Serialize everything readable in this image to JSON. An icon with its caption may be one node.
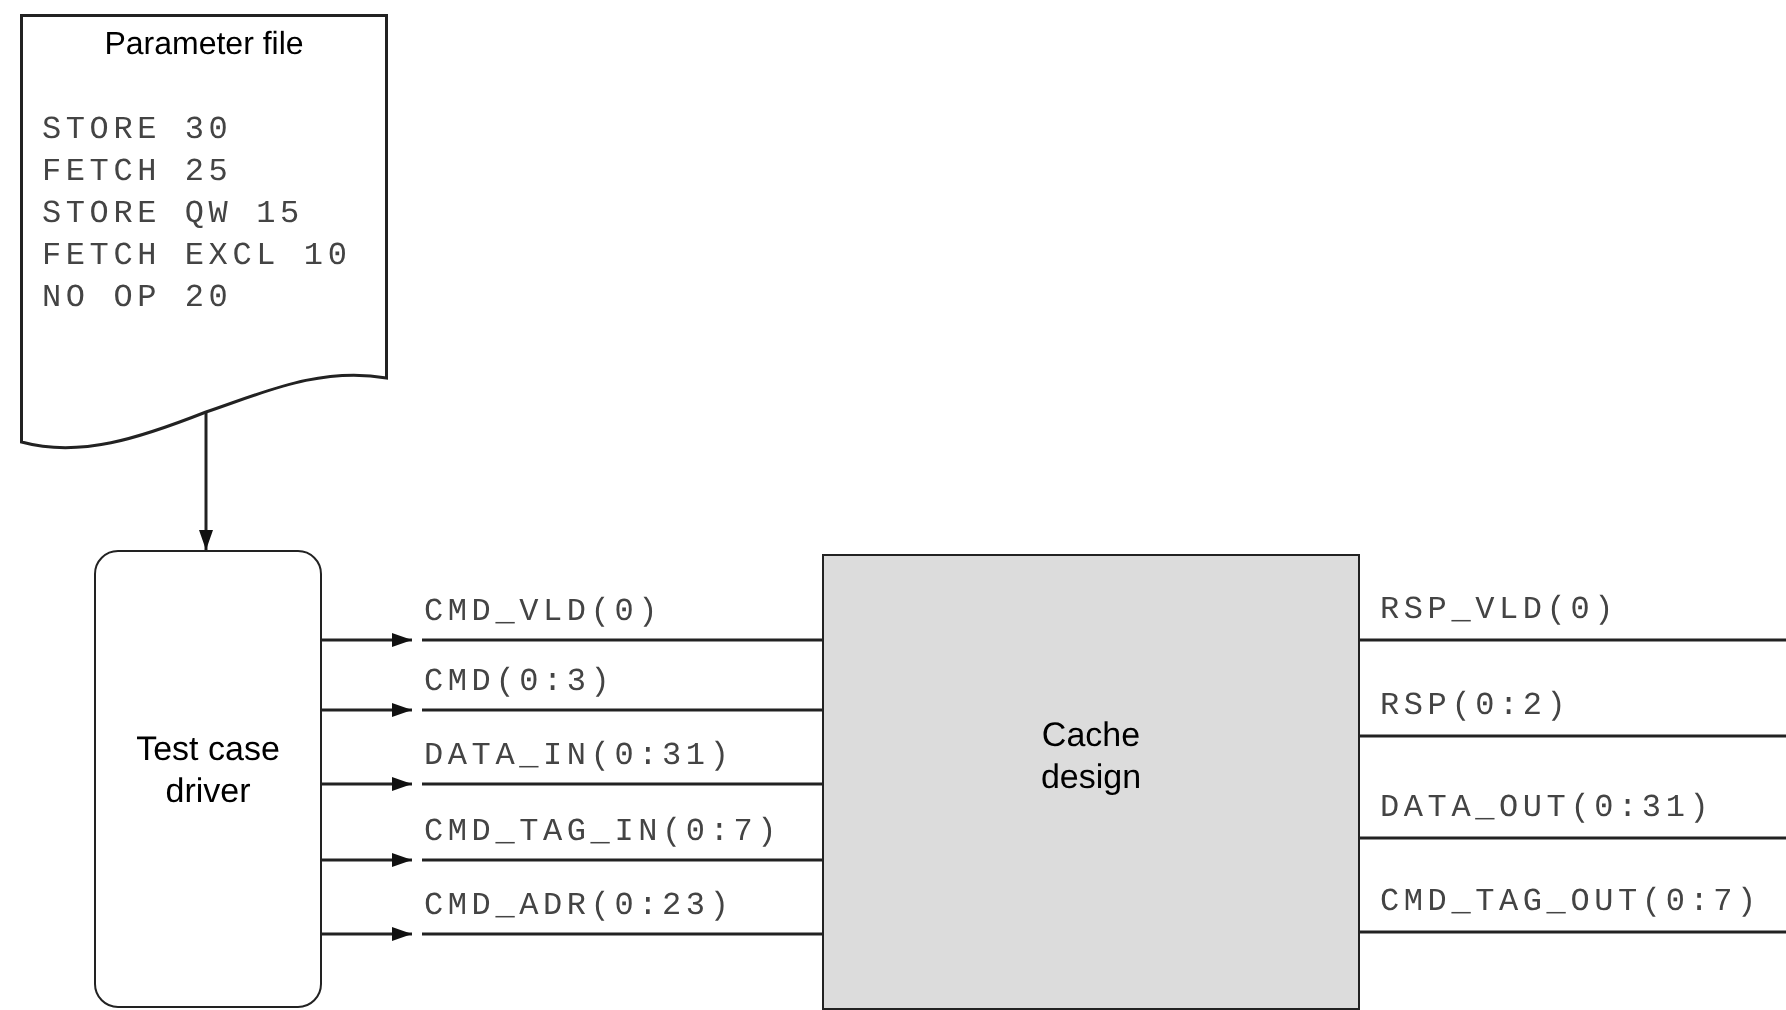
{
  "diagram": {
    "nodes": [
      {
        "text": [
          "Parameter file",
          "STORE 30",
          "FETCH 25",
          "STORE QW 15",
          "FETCH EXCL 10",
          "NO OP 20"
        ]
      },
      {
        "text": [
          "Test case driver"
        ]
      },
      {
        "text": [
          "Cache design"
        ]
      }
    ],
    "edges": [
      {
        "from": 0,
        "to": 1,
        "arrow": "to"
      },
      {
        "from": 1,
        "to": null,
        "arrow": "to"
      },
      {
        "from": 1,
        "to": null,
        "arrow": "to"
      },
      {
        "from": 1,
        "to": null,
        "arrow": "to"
      },
      {
        "from": 1,
        "to": null,
        "arrow": "to"
      },
      {
        "from": 1,
        "to": null,
        "arrow": "to"
      },
      {
        "from": null,
        "to": 2,
        "arrow": "none",
        "label": "CMD_VLD(0)"
      },
      {
        "from": null,
        "to": 2,
        "arrow": "none",
        "label": "CMD(0:3)"
      },
      {
        "from": null,
        "to": 2,
        "arrow": "none",
        "label": "DATA_IN(0:31)"
      },
      {
        "from": null,
        "to": 2,
        "arrow": "none",
        "label": "CMD_TAG_IN(0:7)"
      },
      {
        "from": null,
        "to": 2,
        "arrow": "none",
        "label": "CMD_ADR(0:23)"
      },
      {
        "from": 2,
        "to": null,
        "arrow": "none",
        "label": "RSP_VLD(0)"
      },
      {
        "from": 2,
        "to": null,
        "arrow": "none",
        "label": "RSP(0:2)"
      },
      {
        "from": 2,
        "to": null,
        "arrow": "none",
        "label": "DATA_OUT(0:31)"
      },
      {
        "from": 2,
        "to": null,
        "arrow": "none",
        "label": "CMD_TAG_OUT(0:7)"
      }
    ]
  }
}
